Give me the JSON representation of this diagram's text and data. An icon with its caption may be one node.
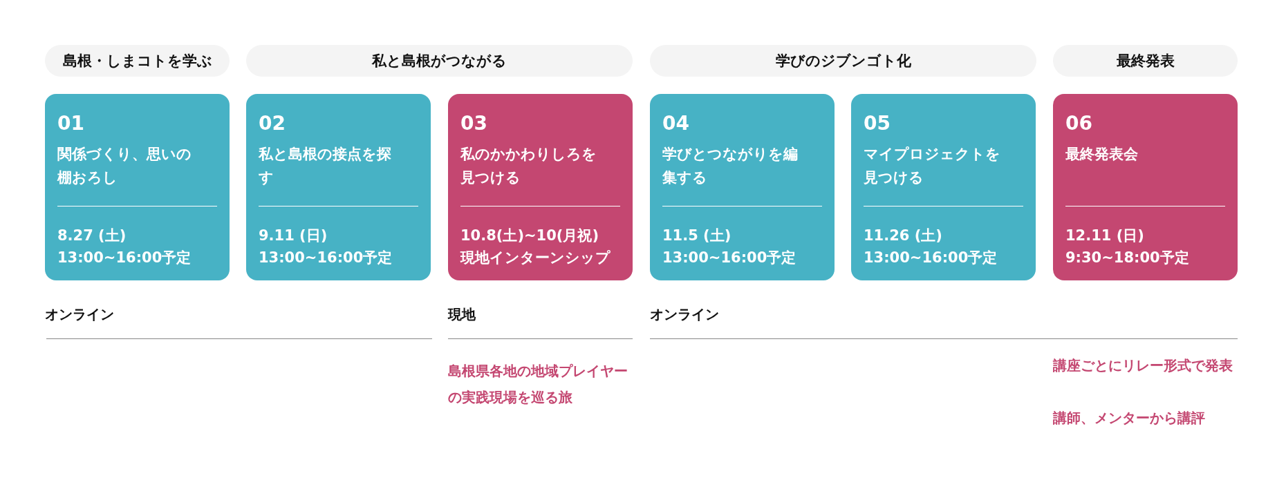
{
  "diagram": {
    "nodes": [
      {
        "text": [
          "島根・しまコトを学ぶ"
        ]
      },
      {
        "text": [
          "私と島根がつながる"
        ]
      },
      {
        "text": [
          "学びのジブンゴト化"
        ]
      },
      {
        "text": [
          "最終発表"
        ]
      },
      {
        "text": [
          "01",
          "関係づくり、思いの棚おろし",
          "8.27 (土)",
          "13:00~16:00予定"
        ]
      },
      {
        "text": [
          "02",
          "私と島根の接点を探す",
          "9.11 (日)",
          "13:00~16:00予定"
        ]
      },
      {
        "text": [
          "03",
          "私のかかわりしろを見つける",
          "10.8(土)~10(月祝)",
          "現地インターンシップ"
        ]
      },
      {
        "text": [
          "04",
          "学びとつながりを編集する",
          "11.5 (土)",
          "13:00~16:00予定"
        ]
      },
      {
        "text": [
          "05",
          "マイプロジェクトを見つける",
          "11.26 (土)",
          "13:00~16:00予定"
        ]
      },
      {
        "text": [
          "06",
          "最終発表会",
          "12.11 (日)",
          "9:30~18:00予定"
        ]
      }
    ],
    "labels": [
      "オンライン",
      "現地",
      "オンライン",
      "島根県各地の地域プレイヤーの実践現場を巡る旅",
      "講座ごとにリレー形式で発表",
      "講師、メンターから講評"
    ]
  }
}
